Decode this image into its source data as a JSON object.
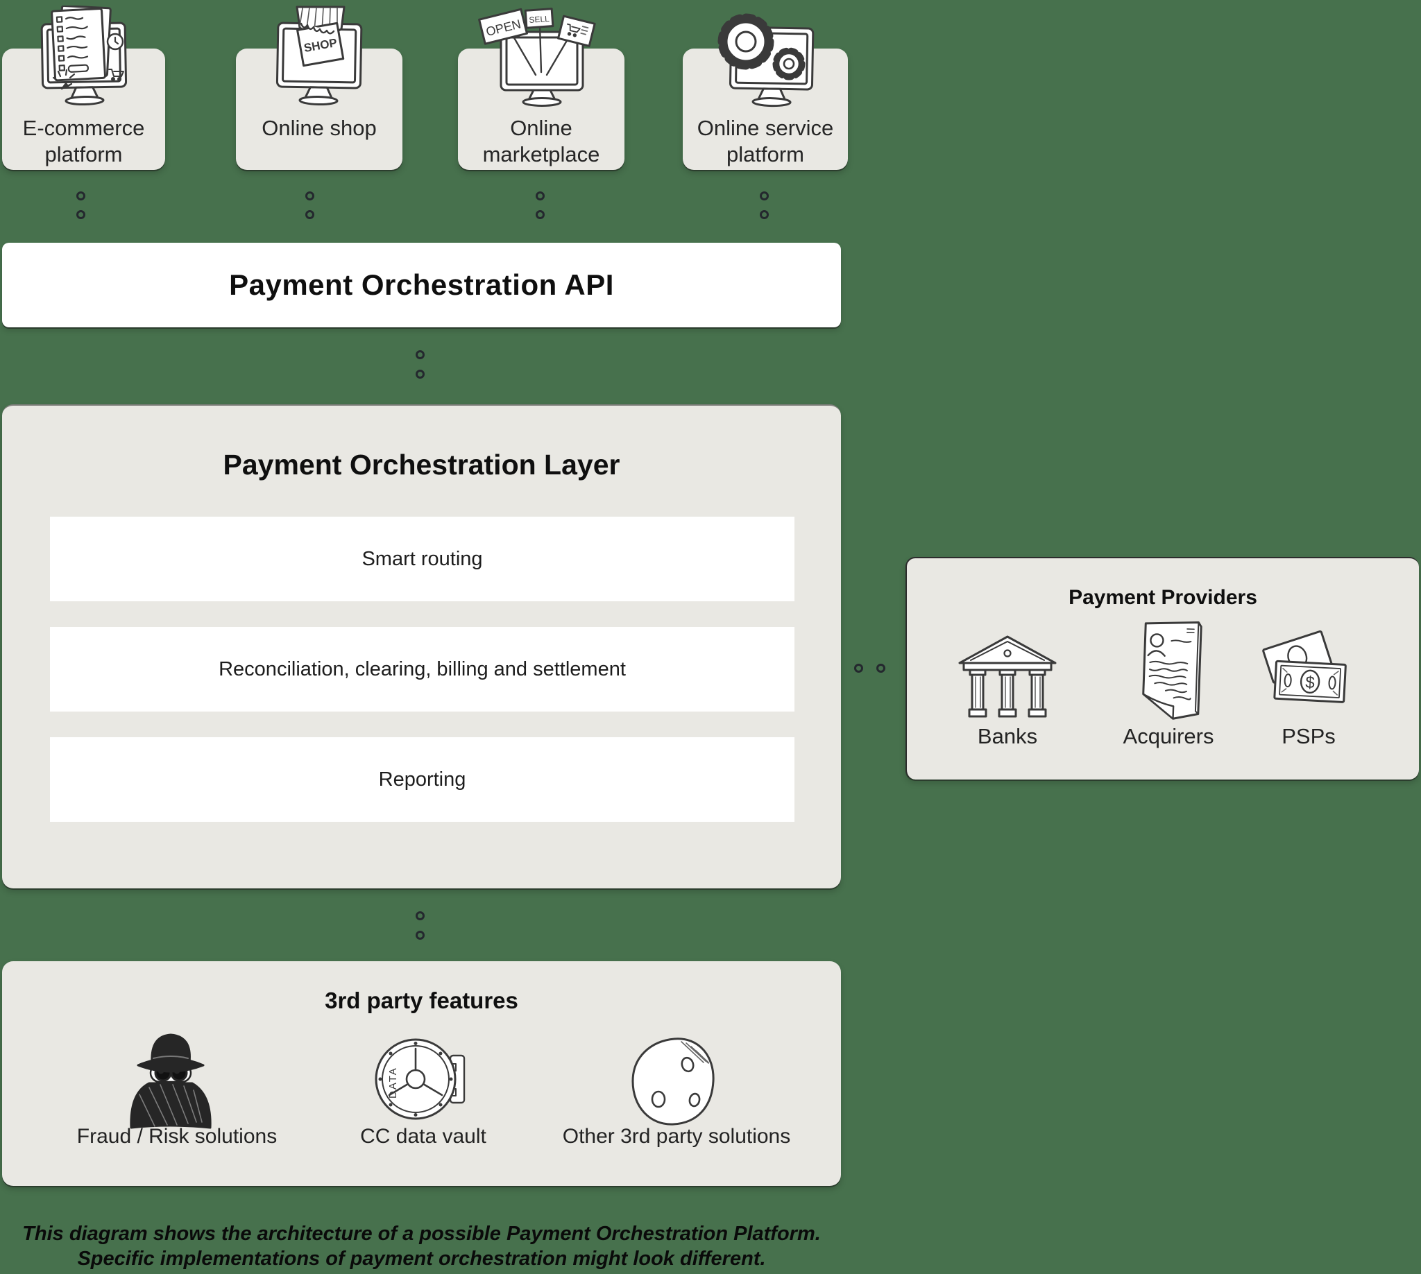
{
  "colors": {
    "background": "#47714d",
    "box_gray": "#e9e8e3",
    "box_white": "#ffffff",
    "ink": "#1c1c1c",
    "doodle_stroke": "#3a3a3a",
    "connector_dot": "#24282e"
  },
  "top_sources": [
    {
      "label": "E-commerce platform",
      "icon": "ecommerce-monitor-icon"
    },
    {
      "label": "Online shop",
      "icon": "shop-monitor-icon",
      "icon_text": "SHOP"
    },
    {
      "label": "Online marketplace",
      "icon": "marketplace-monitor-icon",
      "icon_text_open": "OPEN",
      "icon_text_sell": "SELL"
    },
    {
      "label": "Online service platform",
      "icon": "gears-monitor-icon"
    }
  ],
  "api_box": {
    "title": "Payment Orchestration API"
  },
  "orchestration_layer": {
    "title": "Payment Orchestration Layer",
    "features": [
      "Smart routing",
      "Reconciliation, clearing, billing and settlement",
      "Reporting"
    ]
  },
  "payment_providers": {
    "title": "Payment Providers",
    "items": [
      {
        "label": "Banks",
        "icon": "bank-icon"
      },
      {
        "label": "Acquirers",
        "icon": "acquirer-document-icon"
      },
      {
        "label": "PSPs",
        "icon": "banknotes-icon",
        "icon_text": "$"
      }
    ]
  },
  "third_party": {
    "title": "3rd party features",
    "items": [
      {
        "label": "Fraud / Risk solutions",
        "icon": "fraud-spy-icon"
      },
      {
        "label": "CC data vault",
        "icon": "vault-icon",
        "icon_text": "DATA"
      },
      {
        "label": "Other 3rd party solutions",
        "icon": "sphere-icon"
      }
    ]
  },
  "footnote": {
    "line1": "This diagram shows the architecture of a possible Payment Orchestration Platform.",
    "line2": "Specific implementations of payment orchestration might look different."
  }
}
